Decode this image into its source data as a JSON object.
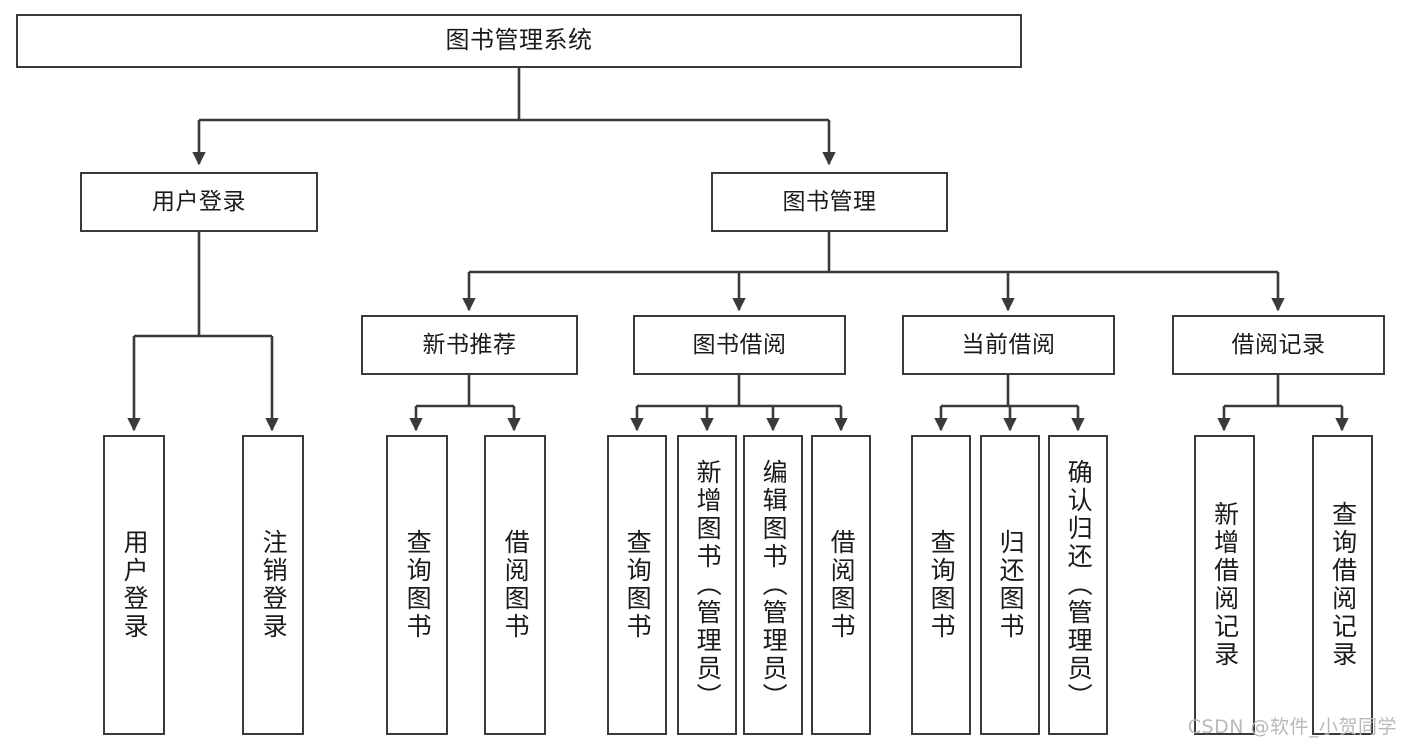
{
  "diagram": {
    "title": "图书管理系统",
    "type": "tree-hierarchy",
    "watermark": "CSDN @软件_小贺同学",
    "stroke_color": "#3a3a3a",
    "fill_color": "#ffffff",
    "text_color": "#1b1b1b",
    "watermark_color": "#b9b9b9"
  },
  "nodes": {
    "root": {
      "label": "图书管理系统"
    },
    "level2": [
      {
        "label": "用户登录"
      },
      {
        "label": "图书管理"
      }
    ],
    "level3": [
      {
        "label": "新书推荐"
      },
      {
        "label": "图书借阅"
      },
      {
        "label": "当前借阅"
      },
      {
        "label": "借阅记录"
      }
    ],
    "leaves": {
      "user_login": [
        {
          "label": "用户登录"
        },
        {
          "label": "注销登录"
        }
      ],
      "new_book_recommend": [
        {
          "label": "查询图书"
        },
        {
          "label": "借阅图书"
        }
      ],
      "book_borrow": [
        {
          "label": "查询图书"
        },
        {
          "label": "新增图书（管理员）"
        },
        {
          "label": "编辑图书（管理员）"
        },
        {
          "label": "借阅图书"
        }
      ],
      "current_borrow": [
        {
          "label": "查询图书"
        },
        {
          "label": "归还图书"
        },
        {
          "label": "确认归还（管理员）"
        }
      ],
      "borrow_record": [
        {
          "label": "新增借阅记录"
        },
        {
          "label": "查询借阅记录"
        }
      ]
    }
  }
}
